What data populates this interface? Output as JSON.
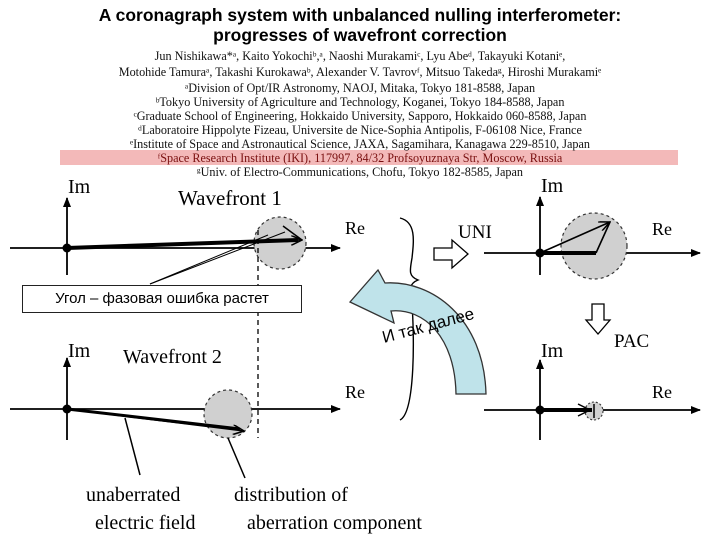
{
  "header": {
    "title_line1": "A coronagraph system with unbalanced nulling interferometer:",
    "title_line2": "progresses of wavefront correction",
    "authors_line1": "Jun Nishikawa*ᵃ, Kaito Yokochiᵇ,ᵃ, Naoshi Murakamiᶜ, Lyu Abeᵈ, Takayuki Kotaniᵉ,",
    "authors_line2": "Motohide Tamuraᵃ, Takashi Kurokawaᵇ, Alexander V. Tavrovᶠ, Mitsuo Takedaᵍ, Hiroshi Murakamiᵉ",
    "affiliations": [
      "ᵃDivision of Opt/IR Astronomy, NAOJ, Mitaka, Tokyo 181-8588, Japan",
      "ᵇTokyo University of Agriculture and Technology, Koganei, Tokyo 184-8588, Japan",
      "ᶜGraduate School of Engineering, Hokkaido University, Sapporo, Hokkaido 060-8588, Japan",
      "ᵈLaboratoire Hippolyte Fizeau, Universite de Nice-Sophia Antipolis, F-06108 Nice, France",
      "ᵉInstitute of Space and Astronautical Science, JAXA, Sagamihara, Kanagawa 229-8510, Japan",
      "ᶠSpace Research Institute (IKI), 117997, 84/32 Profsoyuznaya Str, Moscow, Russia",
      "ᵍUniv. of Electro-Communications, Chofu, Tokyo 182-8585, Japan"
    ]
  },
  "diagram": {
    "axis_im": "Im",
    "axis_re": "Re",
    "wavefront1": "Wavefront 1",
    "wavefront2": "Wavefront 2",
    "uni": "UNI",
    "pac": "PAC",
    "callout": "Угол – фазовая ошибка растет",
    "arrow_text": "И так далее",
    "label_unaberrated_1": "unaberrated",
    "label_unaberrated_2": "electric field",
    "label_distribution_1": "distribution of",
    "label_distribution_2": "aberration component"
  },
  "colors": {
    "highlight": "#f3b9b9",
    "circle_fill": "#d0d0d0",
    "curved_arrow_fill": "#bfe3ea"
  }
}
